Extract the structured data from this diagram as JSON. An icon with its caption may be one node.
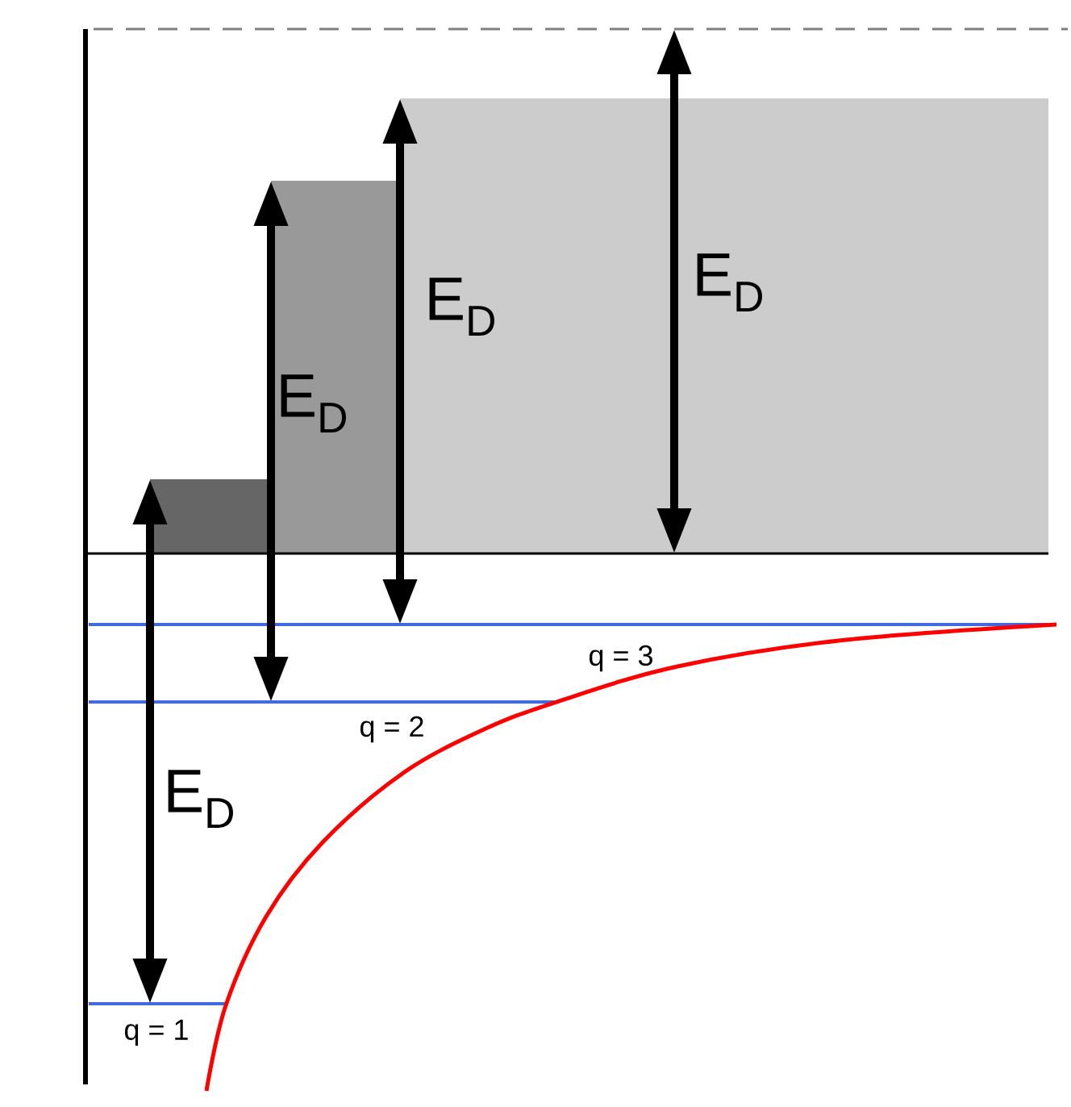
{
  "diagram": {
    "labels": [
      "E$_{D}$",
      "E$_{D}$",
      "E$_{D}$",
      "q = 3",
      "q = 2",
      "E$_{D}$",
      "q = 1"
    ]
  }
}
